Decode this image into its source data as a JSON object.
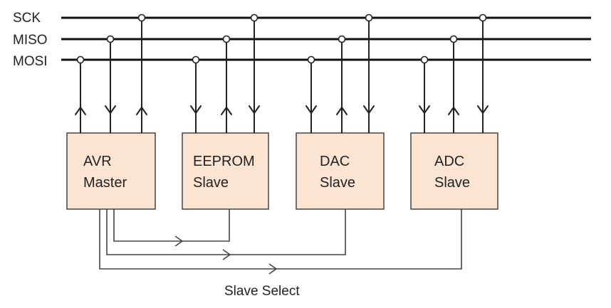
{
  "buses": {
    "sck": "SCK",
    "miso": "MISO",
    "mosi": "MOSI"
  },
  "devices": [
    {
      "line1": "AVR",
      "line2": "Master"
    },
    {
      "line1": "EEPROM",
      "line2": "Slave"
    },
    {
      "line1": "DAC",
      "line2": "Slave"
    },
    {
      "line1": "ADC",
      "line2": "Slave"
    }
  ],
  "caption": "Slave Select",
  "colors": {
    "box_fill": "#fce4d2",
    "line": "#111111"
  }
}
